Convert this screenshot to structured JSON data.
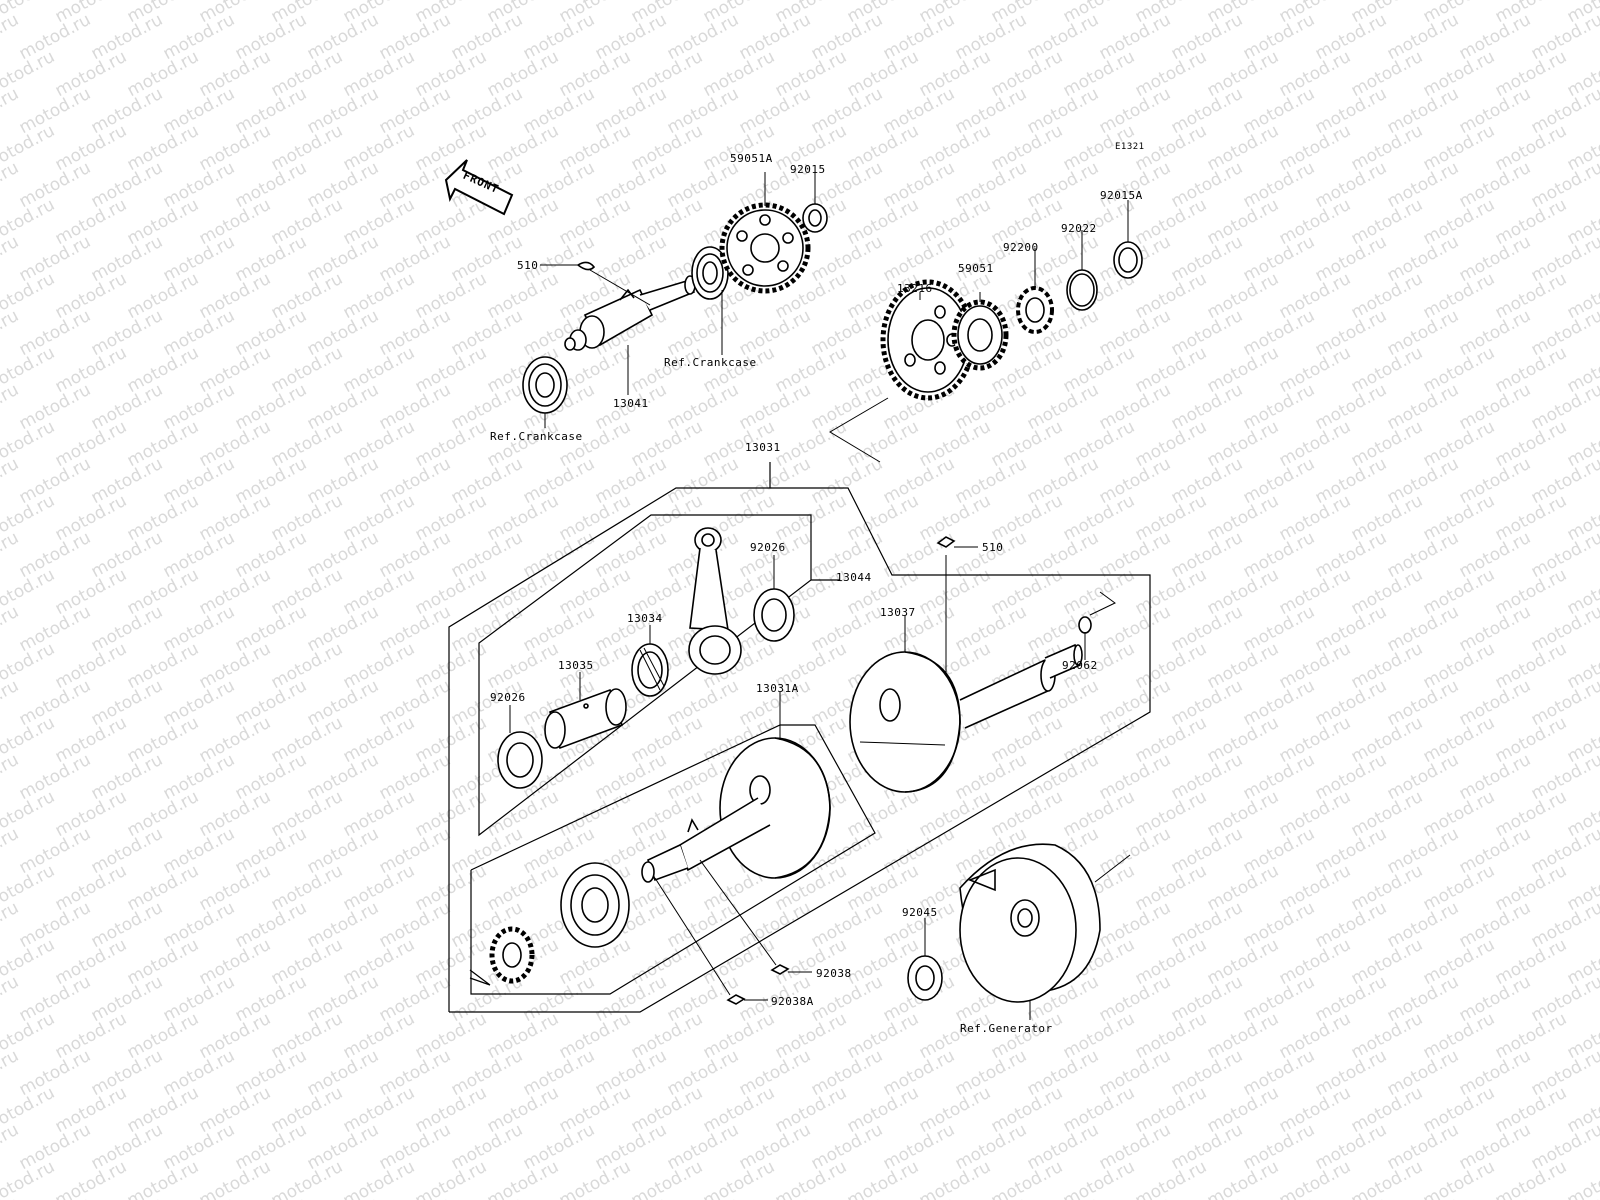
{
  "watermark": {
    "text": "motod.ru"
  },
  "diagram": {
    "code": "E1321",
    "front_label": "FRONT",
    "labels": {
      "p59051A": "59051A",
      "p92015": "92015",
      "p510_top": "510",
      "ref_crankcase_1": "Ref.Crankcase",
      "p13041": "13041",
      "ref_crankcase_2": "Ref.Crankcase",
      "p92015A": "92015A",
      "p92022": "92022",
      "p92200": "92200",
      "p59051": "59051",
      "p13216": "13216",
      "p13031": "13031",
      "p92026_a": "92026",
      "p13044": "13044",
      "p510_mid": "510",
      "p13034": "13034",
      "p13037": "13037",
      "p13035": "13035",
      "p92062": "92062",
      "p92026_b": "92026",
      "p13031A": "13031A",
      "p92045": "92045",
      "p92038": "92038",
      "p92038A": "92038A",
      "ref_generator": "Ref.Generator"
    }
  }
}
